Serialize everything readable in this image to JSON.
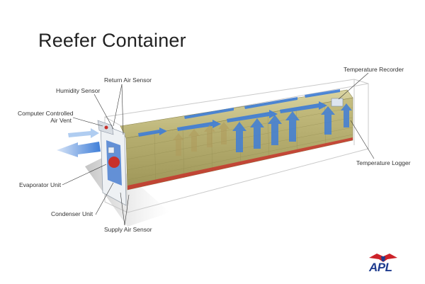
{
  "title": "Reefer Container",
  "labels": {
    "return_air_sensor": "Return Air Sensor",
    "humidity_sensor": "Humidity Sensor",
    "computer_controlled_air_vent": [
      "Computer Controlled",
      "Air Vent"
    ],
    "evaporator_unit": "Evaporator Unit",
    "condenser_unit": "Condenser Unit",
    "supply_air_sensor": "Supply Air Sensor",
    "temperature_recorder": "Temperature Recorder",
    "temperature_logger": "Temperature Logger"
  },
  "logo": {
    "text": "APL"
  },
  "colors": {
    "cargo_fill": "#b9b173",
    "airflow_blue": "#3f7ed8",
    "unit_red": "#c8302a",
    "logo_red": "#cc2229",
    "logo_blue": "#1f3c8f"
  }
}
